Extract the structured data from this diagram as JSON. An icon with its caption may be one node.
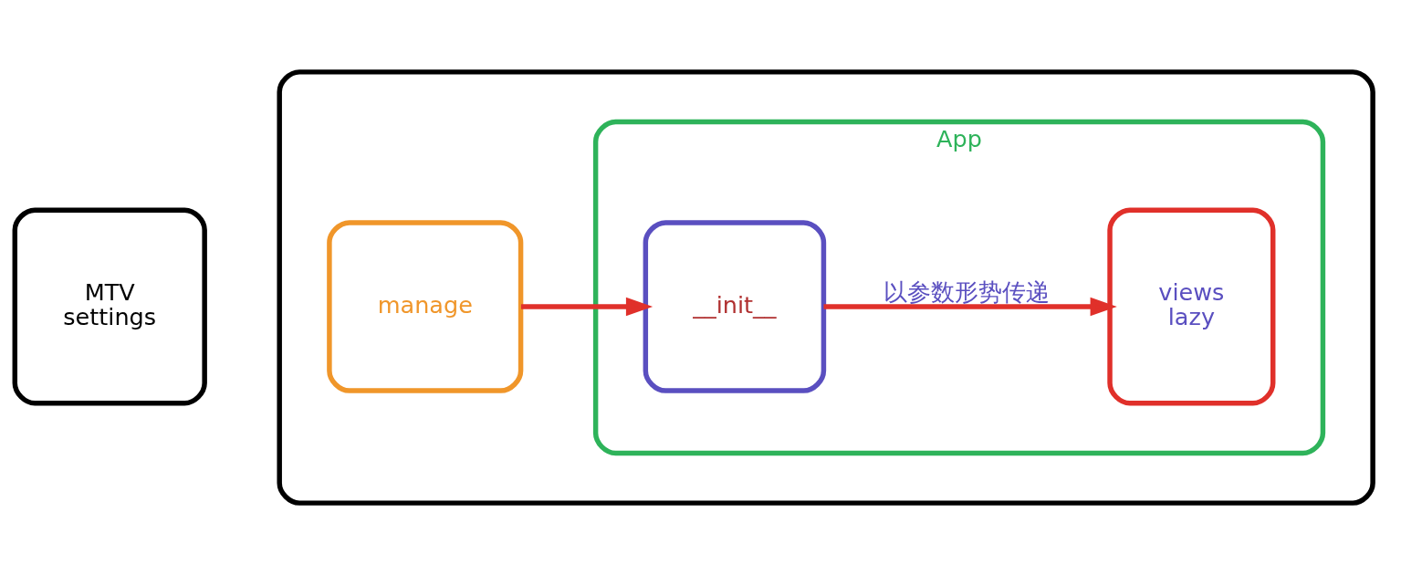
{
  "diagram": {
    "nodes": [
      {
        "text": [
          "MTV",
          "settings"
        ]
      },
      {
        "text": [],
        "shape": "box"
      },
      {
        "text": [
          "manage"
        ],
        "in": 1
      },
      {
        "text": [
          "App"
        ],
        "in": 1
      },
      {
        "text": [
          "__init__"
        ],
        "in": 3
      },
      {
        "text": [
          "views",
          "lazy"
        ],
        "in": 3
      }
    ],
    "edges": [
      {
        "from": 2,
        "to": 4,
        "arrow": "to"
      },
      {
        "from": 4,
        "to": 5,
        "label": "以参数形势传递",
        "arrow": "to"
      }
    ]
  }
}
